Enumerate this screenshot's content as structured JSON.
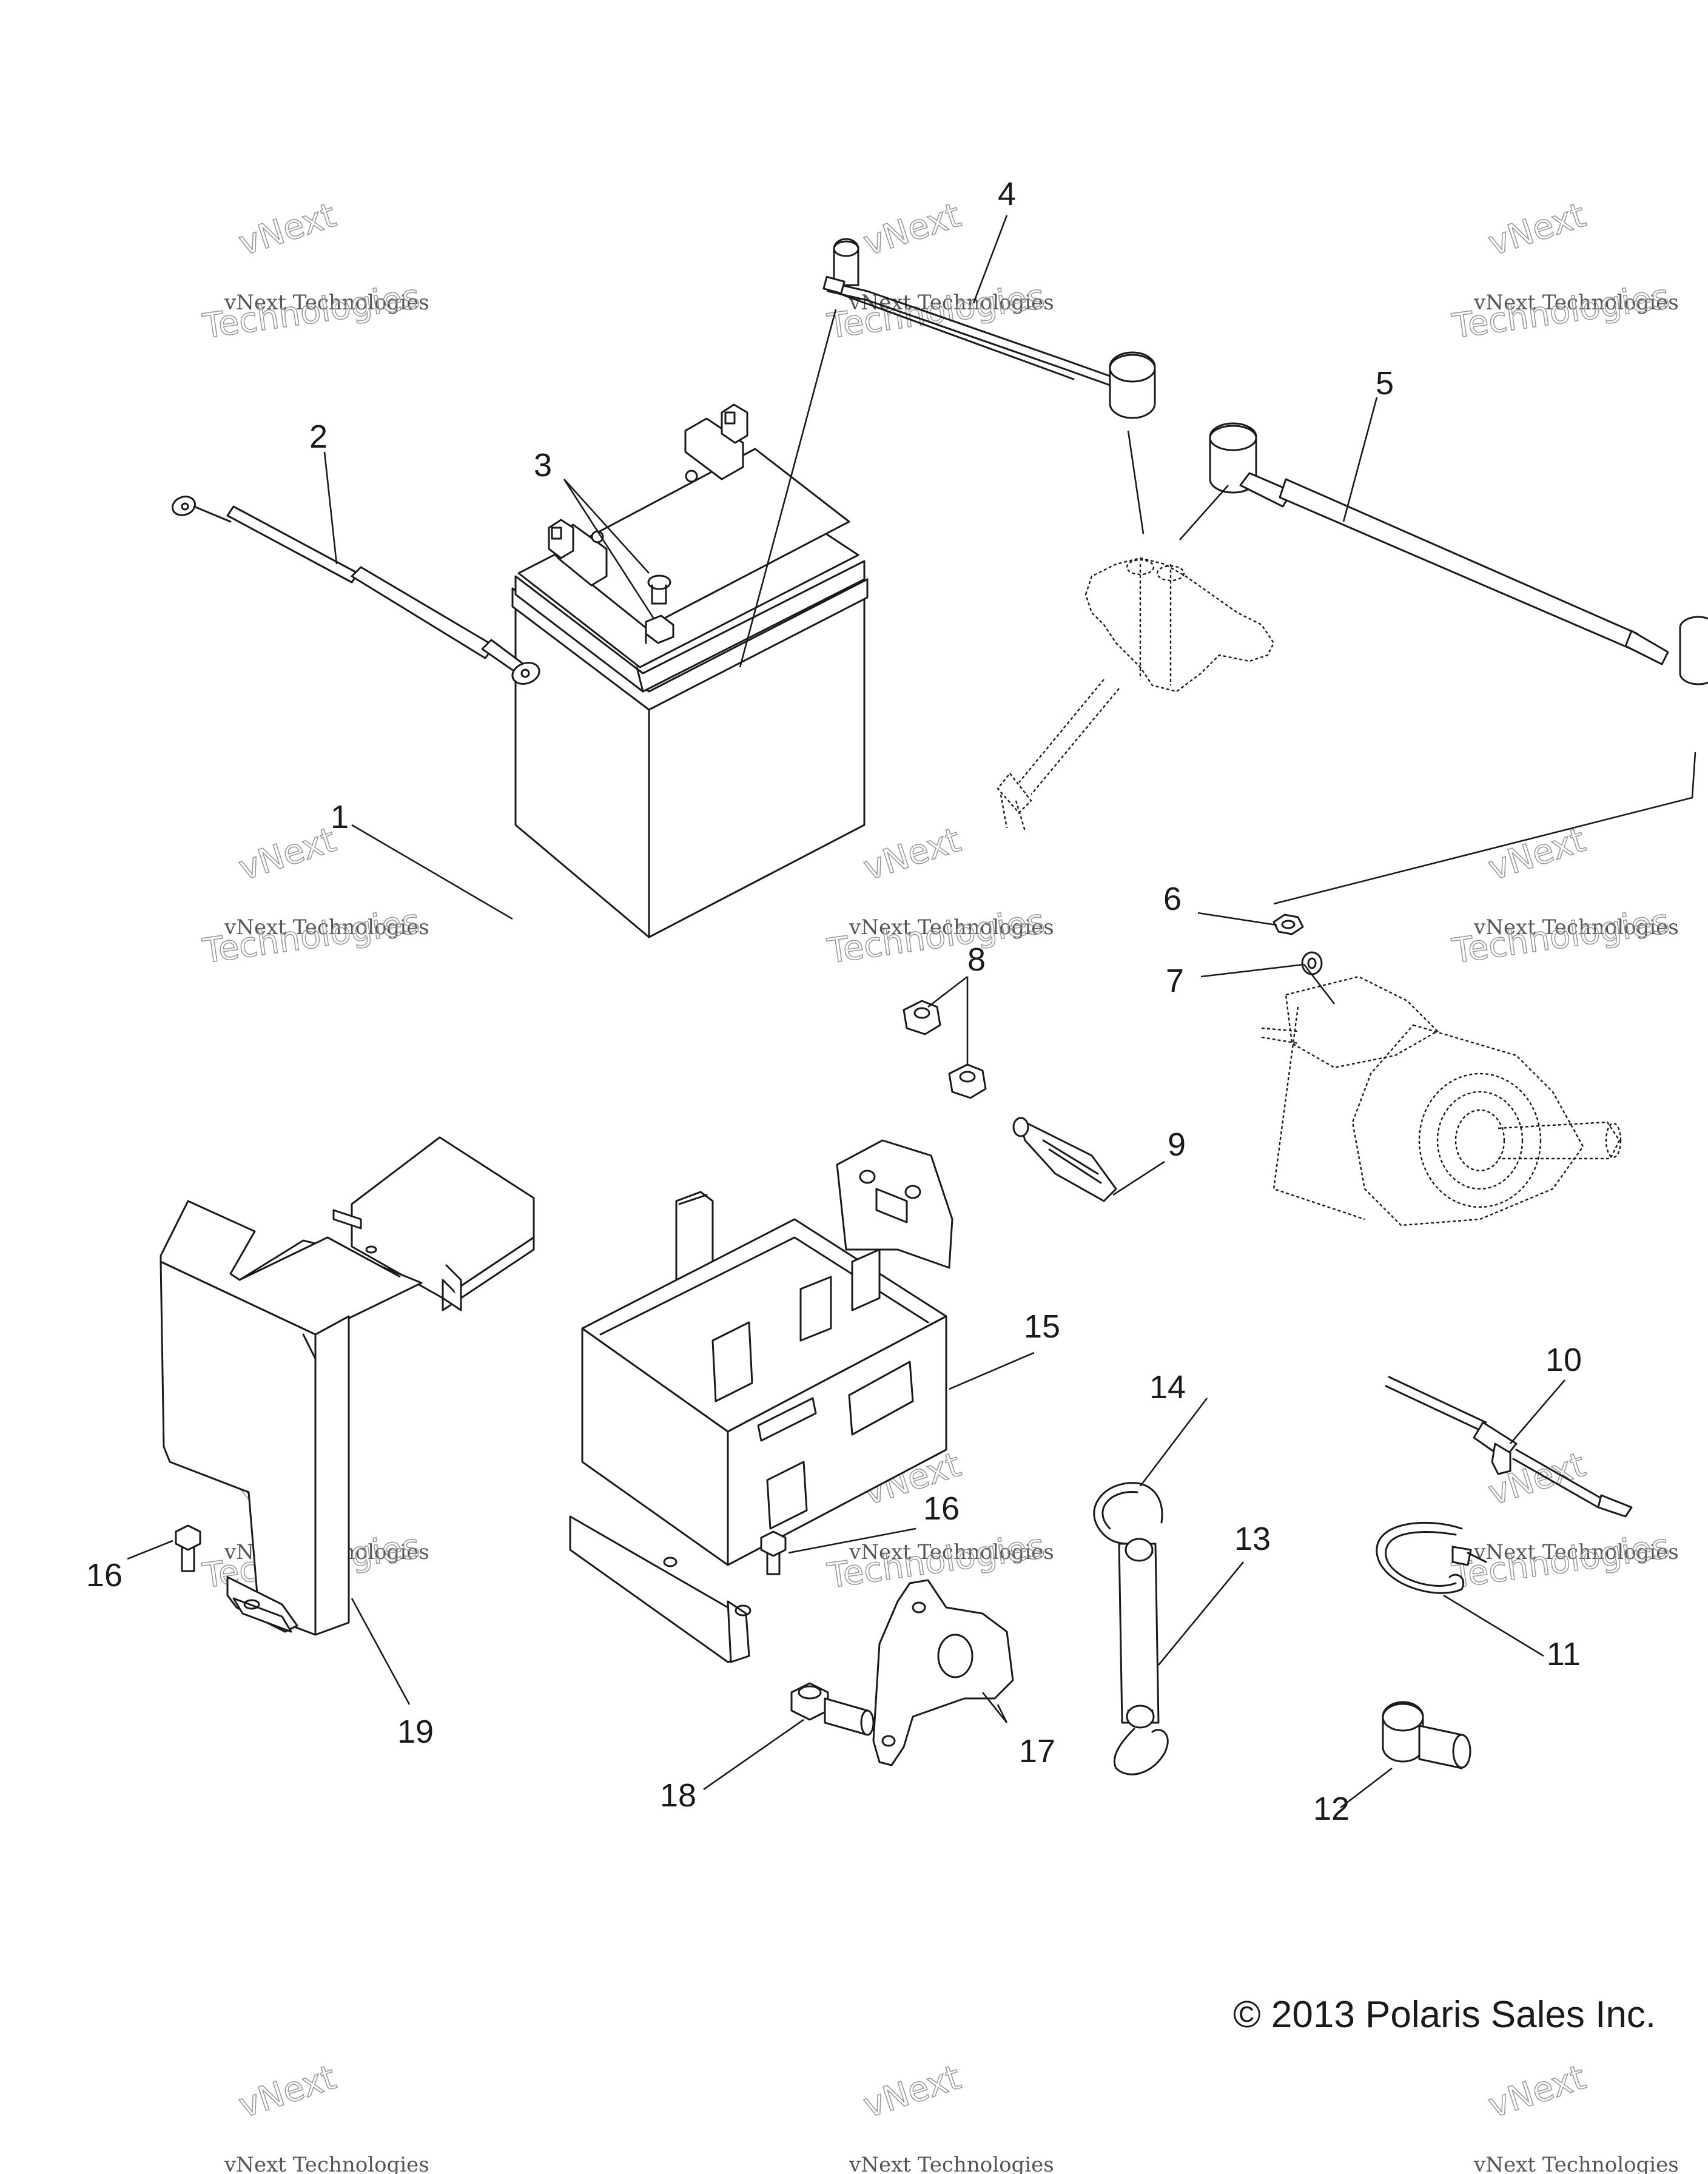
{
  "watermark": {
    "line1": "vNext Technologies",
    "line2": "Technologies",
    "arc": "vNext"
  },
  "copyright": "© 2013 Polaris Sales Inc.",
  "callouts": {
    "c1": "1",
    "c2": "2",
    "c3": "3",
    "c4": "4",
    "c5": "5",
    "c6": "6",
    "c7": "7",
    "c8": "8",
    "c9": "9",
    "c10": "10",
    "c11": "11",
    "c12": "12",
    "c13": "13",
    "c14": "14",
    "c15": "15",
    "c16a": "16",
    "c16b": "16",
    "c17": "17",
    "c18": "18",
    "c19": "19"
  },
  "colors": {
    "ink": "#1a1a1a",
    "watermark": "#9a9a9a",
    "background": "#ffffff"
  }
}
